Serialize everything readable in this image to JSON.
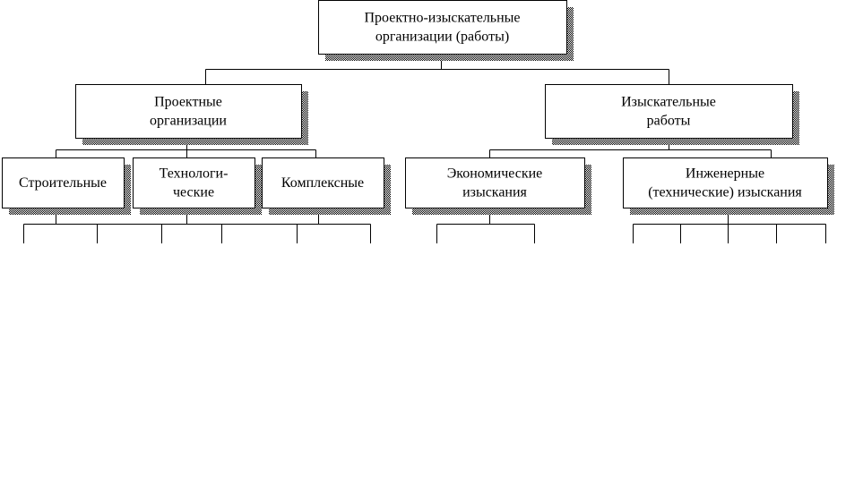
{
  "nodes": {
    "root": [
      "Проектно-изыскательные",
      "организации (работы)"
    ],
    "design": [
      "Проектные",
      "организации"
    ],
    "survey": [
      "Изыскательные",
      "работы"
    ],
    "construction": [
      "Строительные"
    ],
    "technological": [
      "Технологи-",
      "ческие"
    ],
    "complex": [
      "Комплексные"
    ],
    "economic": [
      "Экономические",
      "изыскания"
    ],
    "engineering": [
      "Инженерные",
      "(технические) изыскания"
    ]
  },
  "colors": {
    "line": "#000000",
    "shadow": "#808080",
    "box": "#ffffff"
  }
}
